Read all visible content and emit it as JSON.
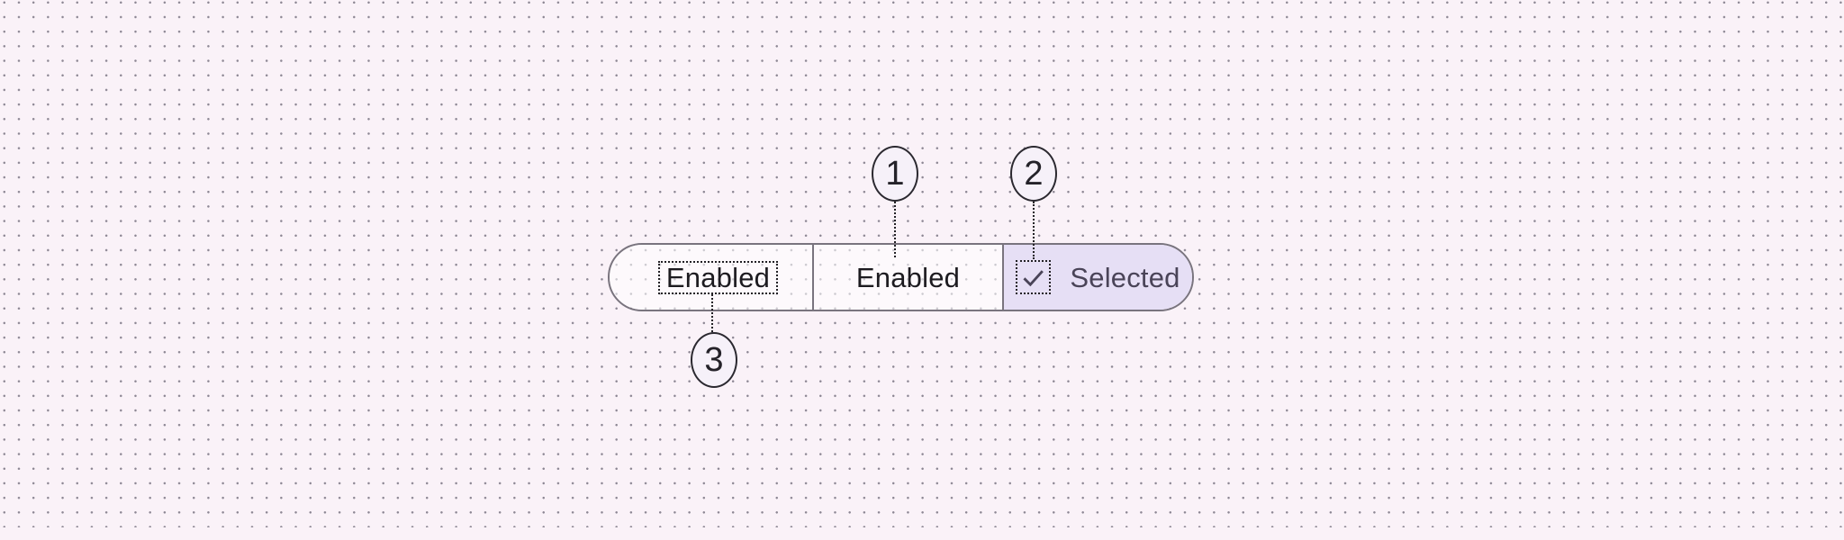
{
  "canvas": {
    "background_color": "#FAF2F8",
    "dot_color": "#8D8794"
  },
  "segmented_button": {
    "outline_color": "#79747E",
    "selected_container_color": "#E6DFF5",
    "enabled_label_color": "#1D1B20",
    "selected_label_color": "#4A4458",
    "segments": [
      {
        "label": "Enabled",
        "state": "enabled"
      },
      {
        "label": "Enabled",
        "state": "enabled"
      },
      {
        "label": "Selected",
        "state": "selected",
        "icon": "check-icon"
      }
    ]
  },
  "callouts": [
    {
      "number": "1"
    },
    {
      "number": "2"
    },
    {
      "number": "3"
    }
  ]
}
